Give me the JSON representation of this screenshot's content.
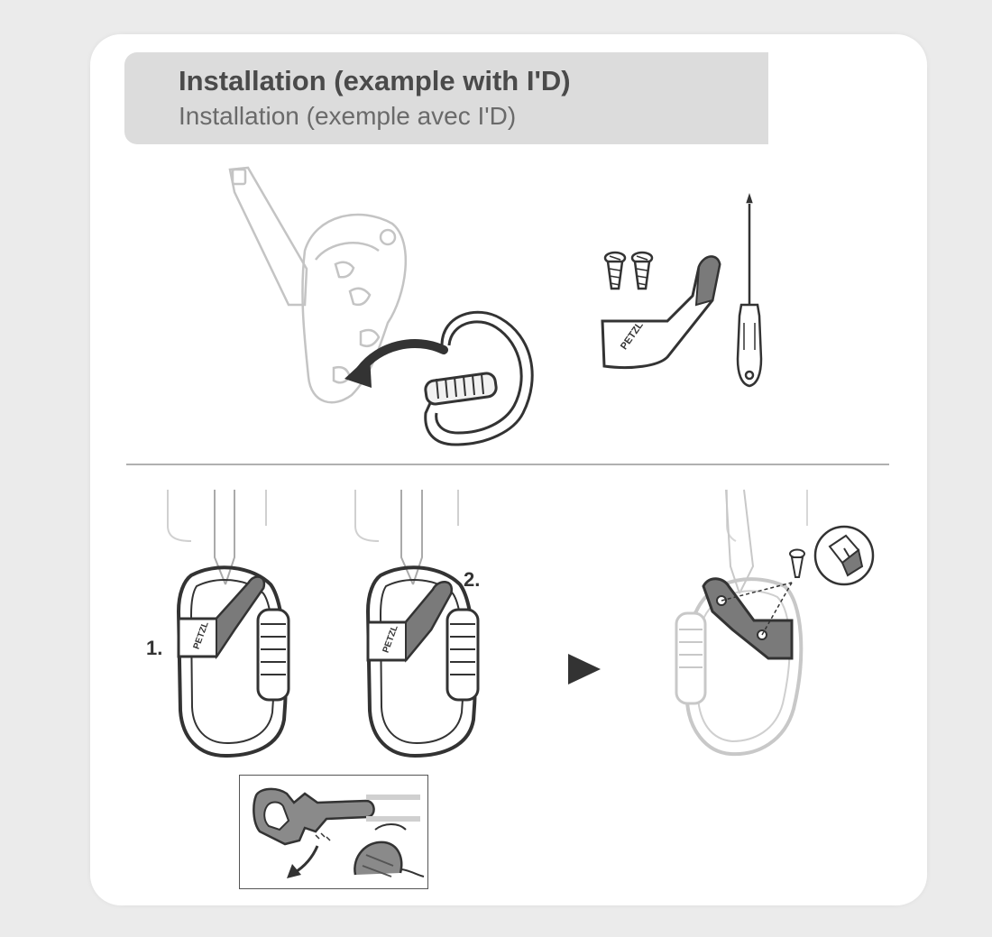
{
  "header": {
    "title": "Installation (example with I'D)",
    "subtitle": "Installation (exemple avec I'D)"
  },
  "steps": {
    "step1": "1.",
    "step2": "2."
  },
  "brand": {
    "logo_text": "PETZL"
  },
  "colors": {
    "card": "#ffffff",
    "header_bar": "#dcdcdc",
    "ink": "#333333",
    "faded_ink": "#bdbdbd",
    "part_fill": "#7a7a7a"
  }
}
